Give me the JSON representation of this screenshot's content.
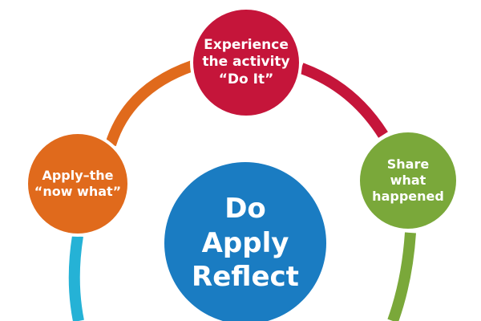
{
  "diagram": {
    "nodes": [
      {
        "id": "experience",
        "text": "Experience\nthe activity\n“Do It”",
        "color": "#c5153a"
      },
      {
        "id": "share",
        "text": "Share\nwhat\nhappened",
        "color": "#7aa83a"
      },
      {
        "id": "apply",
        "text": "Apply–the\n“now what”",
        "color": "#e06a1c"
      },
      {
        "id": "center",
        "text": "Do\nApply\nReflect",
        "color": "#1a7cc2"
      }
    ],
    "arcs": [
      {
        "from": "apply",
        "to": "experience",
        "color": "#e06a1c"
      },
      {
        "from": "experience",
        "to": "share",
        "color": "#c5153a"
      },
      {
        "from": "share",
        "to": "bottom",
        "color": "#7aa83a"
      },
      {
        "from": "bottom",
        "to": "apply",
        "color": "#25b2d6"
      }
    ]
  }
}
